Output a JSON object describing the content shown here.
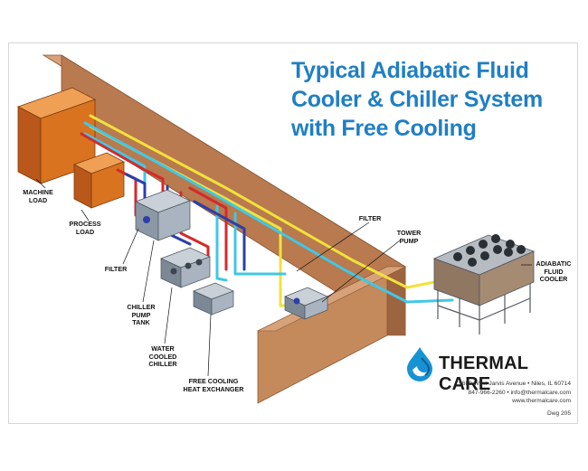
{
  "title": {
    "lines": [
      "Typical Adiabatic Fluid",
      "Cooler & Chiller System",
      "with Free Cooling"
    ]
  },
  "labels": {
    "machine_load": [
      "MACHINE",
      "LOAD"
    ],
    "process_load": [
      "PROCESS",
      "LOAD"
    ],
    "filter_left": [
      "FILTER"
    ],
    "chiller_pump_tank": [
      "CHILLER",
      "PUMP",
      "TANK"
    ],
    "water_cooled_chiller": [
      "WATER",
      "COOLED",
      "CHILLER"
    ],
    "free_cooling_hx": [
      "FREE COOLING",
      "HEAT EXCHANGER"
    ],
    "filter_right": [
      "FILTER"
    ],
    "tower_pump": [
      "TOWER",
      "PUMP"
    ],
    "adiabatic_cooler": [
      "ADIABATIC",
      "FLUID",
      "COOLER"
    ]
  },
  "brand": {
    "name": "THERMAL CARE",
    "address": "5680 West Jarvis Avenue • Niles, IL 60714",
    "contact": "847-966-2260 • info@thermalcare.com",
    "website": "www.thermalcare.com",
    "drawing": "Dwg 205"
  },
  "colors": {
    "title": "#1f7fc4",
    "wall": "#b87a4e",
    "load_box": "#d9731f",
    "pipe_yellow": "#f1e23a",
    "pipe_cyan": "#41c7e6",
    "pipe_red": "#d42a2a",
    "pipe_blue": "#2c3fa8",
    "logo_drop": "#1793d4"
  }
}
